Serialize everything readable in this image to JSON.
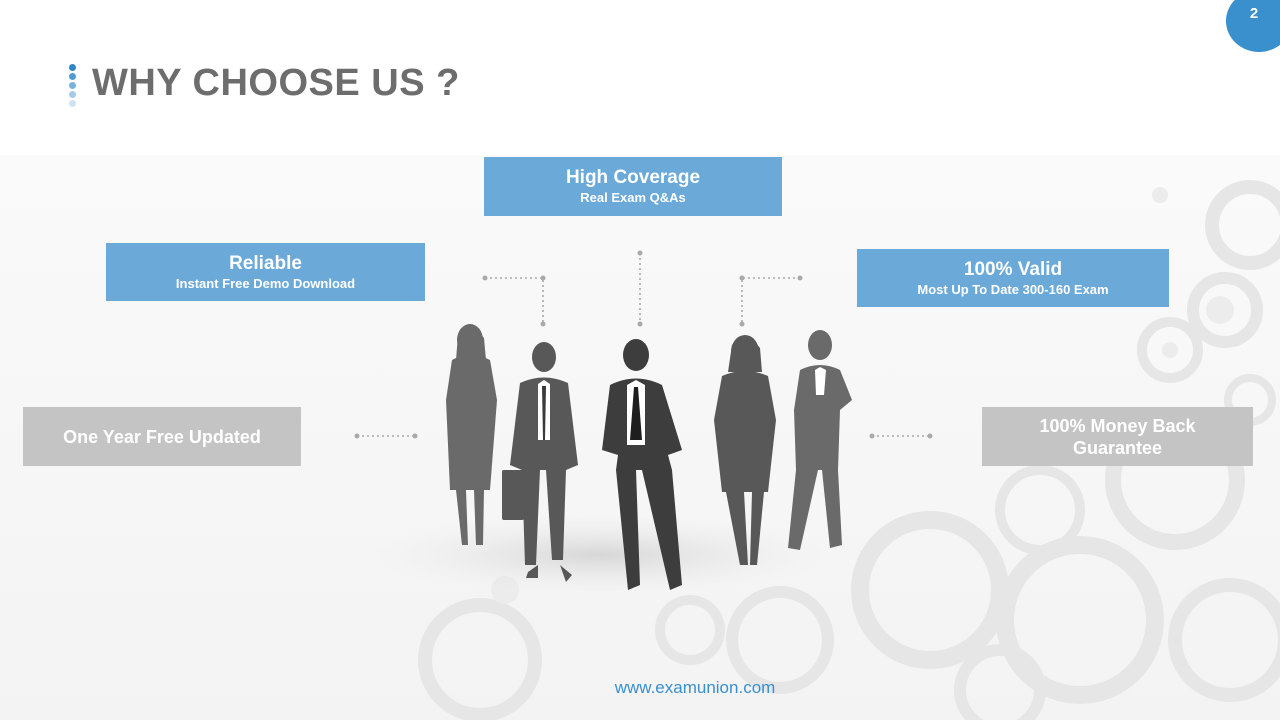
{
  "page_number": "2",
  "title": "WHY CHOOSE US ?",
  "features": {
    "high_coverage": {
      "heading": "High Coverage",
      "sub": "Real  Exam Q&As"
    },
    "reliable": {
      "heading": "Reliable",
      "sub": "Instant Free Demo Download"
    },
    "valid": {
      "heading": "100% Valid",
      "sub": "Most Up To Date 300-160 Exam"
    },
    "updated": {
      "heading": "One Year Free Updated"
    },
    "money_back": {
      "line1": "100% Money Back",
      "line2": "Guarantee"
    }
  },
  "footer": {
    "url": "www.examunion.com"
  },
  "colors": {
    "accent": "#3a8fcd",
    "box_blue": "#6aa9d8",
    "box_grey": "#c4c4c4",
    "title": "#6d6d6d"
  }
}
